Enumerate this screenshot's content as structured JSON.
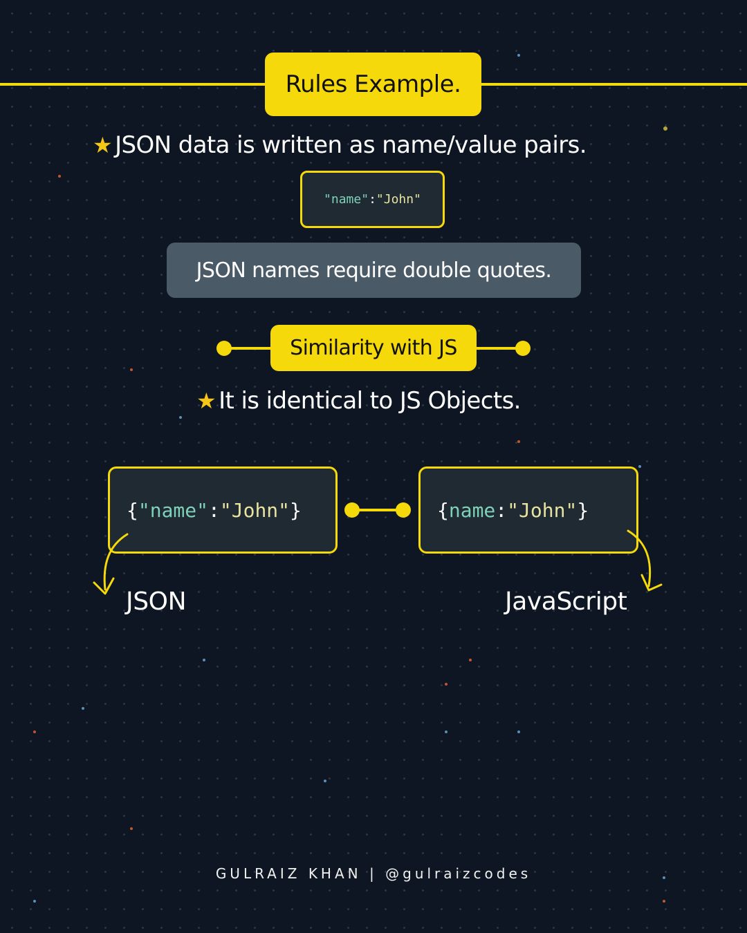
{
  "header": {
    "title": "Rules Example."
  },
  "rule1": {
    "icon": "star-icon",
    "text": "JSON data is written as name/value pairs.",
    "code": {
      "key": "\"name\"",
      "sep": ":",
      "value": "\"John\""
    }
  },
  "note": {
    "text": "JSON names require double quotes."
  },
  "section2": {
    "title": "Similarity with JS"
  },
  "rule2": {
    "icon": "star-icon",
    "text": "It is identical to JS Objects."
  },
  "comparison": {
    "json": {
      "open": "{",
      "key": "\"name\"",
      "sep": ":",
      "value": "\"John\"",
      "close": "}",
      "label": "JSON"
    },
    "js": {
      "open": "{",
      "key": "name",
      "sep": ":",
      "value": "\"John\"",
      "close": "}",
      "label": "JavaScript"
    }
  },
  "footer": {
    "text": "GULRAIZ KHAN | @gulraizcodes"
  },
  "colors": {
    "background": "#0d1622",
    "accent": "#f5d90a",
    "note_bg": "#4a5a66",
    "code_bg": "#1f2a33",
    "code_key": "#7fd1b9",
    "code_value": "#e8e3a0"
  }
}
